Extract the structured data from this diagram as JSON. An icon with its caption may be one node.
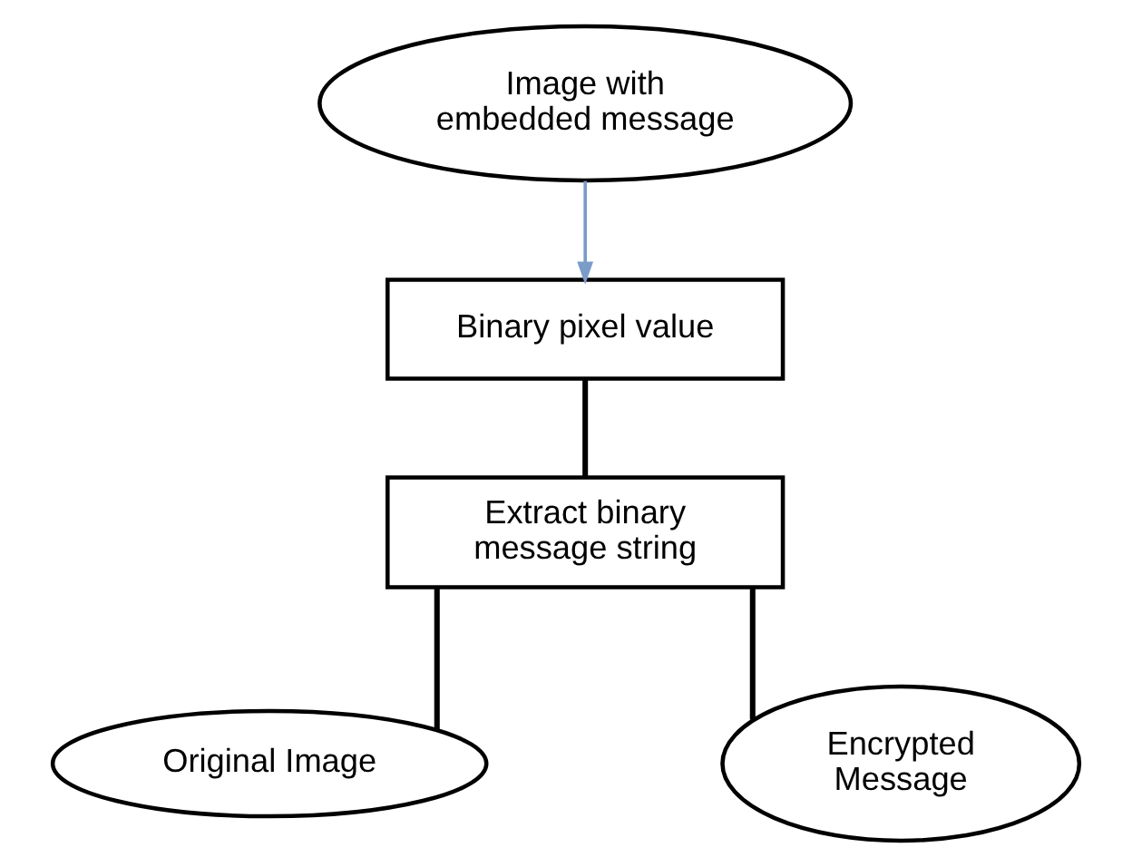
{
  "diagram": {
    "nodes": [
      {
        "text": [
          "Image with embedded message"
        ]
      },
      {
        "text": [
          "Binary pixel value"
        ]
      },
      {
        "text": [
          "Extract binary message string"
        ]
      },
      {
        "text": [
          "Original Image"
        ]
      },
      {
        "text": [
          "Encrypted Message"
        ]
      }
    ],
    "edges": [
      {
        "from": 0,
        "to": 1,
        "arrow": "to",
        "color": "#7b9cc8"
      },
      {
        "from": 1,
        "to": 2,
        "arrow": "none"
      },
      {
        "from": 2,
        "to": 3,
        "arrow": "none"
      },
      {
        "from": 2,
        "to": 4,
        "arrow": "none"
      }
    ]
  }
}
